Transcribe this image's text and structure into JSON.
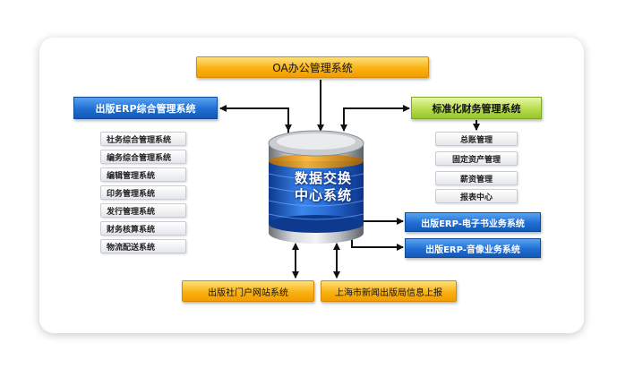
{
  "central_db": {
    "line1": "数据交换",
    "line2": "中心系统"
  },
  "top_system": "OA办公管理系统",
  "left_system": {
    "title": "出版ERP综合管理系统",
    "items": [
      "社务综合管理系统",
      "编务综合管理系统",
      "编辑管理系统",
      "印务管理系统",
      "发行管理系统",
      "财务核算系统",
      "物流配送系统"
    ]
  },
  "right_system": {
    "title": "标准化财务管理系统",
    "items": [
      "总账管理",
      "固定资产管理",
      "薪资管理",
      "报表中心"
    ]
  },
  "right_blue_systems": [
    "出版ERP-电子书业务系统",
    "出版ERP-音像业务系统"
  ],
  "bottom_systems": [
    "出版社门户网站系统",
    "上海市新闻出版局信息上报"
  ],
  "colors": {
    "orange": "#f9b213",
    "blue": "#1f6ed4",
    "green": "#b6dc4c",
    "db_band": "#1e5fd0",
    "arrow": "#111111"
  }
}
